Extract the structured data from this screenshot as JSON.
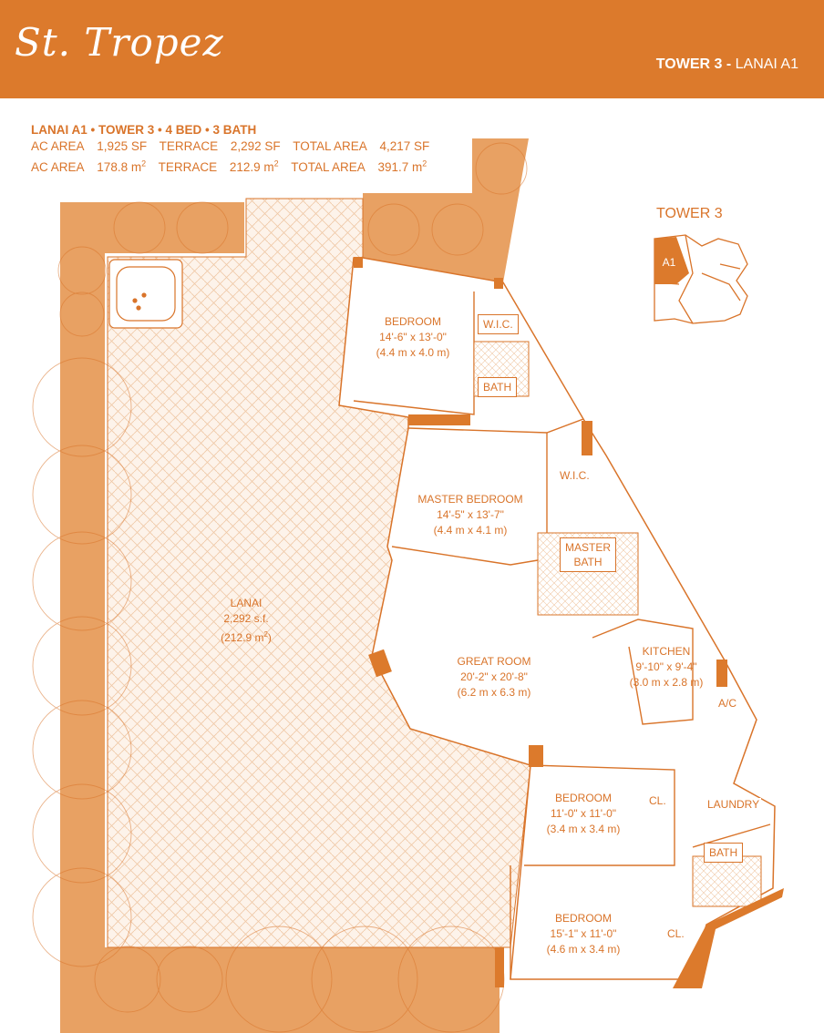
{
  "header": {
    "logo_text": "St. Tropez",
    "title_bold": "TOWER 3 -",
    "title_rest": " LANAI A1"
  },
  "info": {
    "headline": "LANAI A1 • TOWER 3 • 4 BED • 3 BATH",
    "sf_row": {
      "ac_label": "AC AREA",
      "ac_value": "1,925 SF",
      "terrace_label": "TERRACE",
      "terrace_value": "2,292 SF",
      "total_label": "TOTAL AREA",
      "total_value": "4,217 SF"
    },
    "m2_row": {
      "ac_label": "AC AREA",
      "ac_value": "178.8 m",
      "terrace_label": "TERRACE",
      "terrace_value": "212.9 m",
      "total_label": "TOTAL AREA",
      "total_value": "391.7 m",
      "sup": "2"
    }
  },
  "keyplan": {
    "title": "TOWER 3",
    "unit_label": "A1"
  },
  "rooms": {
    "bedroom1": {
      "name": "BEDROOM",
      "dims": "14'-6\" x 13'-0\"",
      "metric": "(4.4 m x 4.0 m)"
    },
    "wic1": "W.I.C.",
    "bath1": "BATH",
    "master": {
      "name": "MASTER BEDROOM",
      "dims": "14'-5\" x 13'-7\"",
      "metric": "(4.4 m x 4.1 m)"
    },
    "wic2": "W.I.C.",
    "master_bath_l1": "MASTER",
    "master_bath_l2": "BATH",
    "lanai": {
      "name": "LANAI",
      "dims": "2,292 s.f.",
      "metric": "(212.9 m",
      "sup": "2",
      "metric_end": ")"
    },
    "great": {
      "name": "GREAT ROOM",
      "dims": "20'-2\" x 20'-8\"",
      "metric": "(6.2 m x 6.3 m)"
    },
    "kitchen": {
      "name": "KITCHEN",
      "dims": "9'-10\" x 9'-4\"",
      "metric": "(3.0 m x 2.8 m)"
    },
    "ac": "A/C",
    "bedroom2": {
      "name": "BEDROOM",
      "dims": "11'-0\" x 11'-0\"",
      "metric": "(3.4 m x 3.4 m)"
    },
    "cl1": "CL.",
    "laundry": "LAUNDRY",
    "bath2": "BATH",
    "bedroom3": {
      "name": "BEDROOM",
      "dims": "15'-1\" x 11'-0\"",
      "metric": "(4.6 m x 3.4 m)"
    },
    "cl2": "CL."
  },
  "colors": {
    "brand_orange": "#dc7a2c",
    "terrace_fill": "#e8a163",
    "line": "#d9742a"
  }
}
